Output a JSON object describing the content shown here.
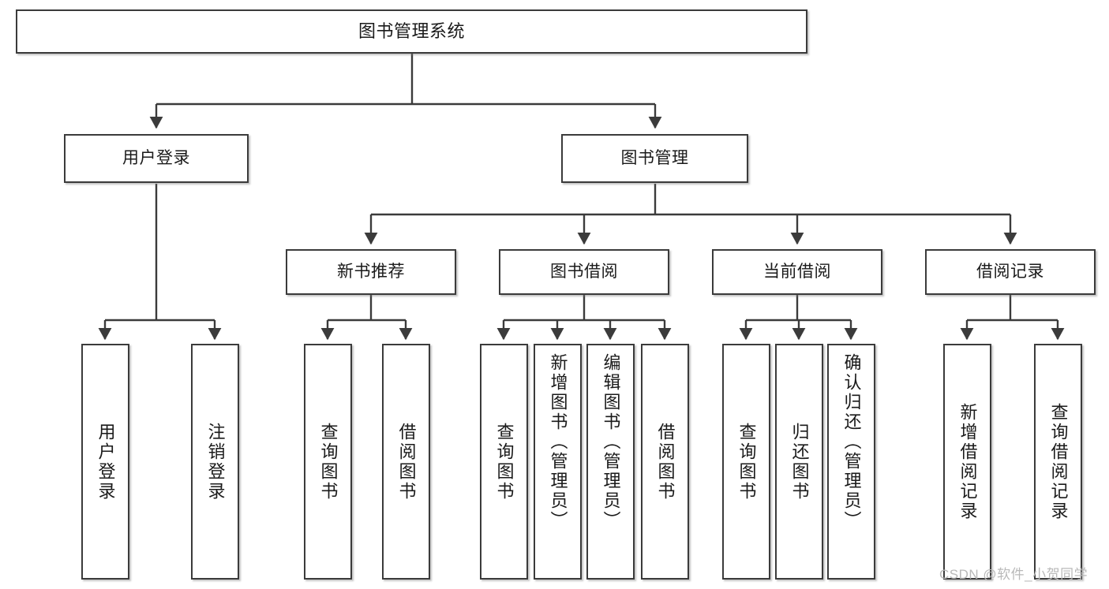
{
  "diagram": {
    "title": "图书管理系统",
    "type": "hierarchy-tree",
    "orientation": "top-down",
    "levels": 4,
    "colors": {
      "box_border": "#3b3b3b",
      "box_fill": "#ffffff",
      "line": "#3b3b3b",
      "text": "#1a1a1a",
      "watermark": "#b9b9b9"
    }
  },
  "watermark": {
    "text": "CSDN @软件_小贺同学"
  },
  "nodes": {
    "root": {
      "label": "图书管理系统"
    },
    "level2": [
      {
        "id": "user-login",
        "label": "用户登录"
      },
      {
        "id": "book-manage",
        "label": "图书管理"
      }
    ],
    "level3": [
      {
        "id": "new-book-recommend",
        "label": "新书推荐"
      },
      {
        "id": "book-borrow",
        "label": "图书借阅"
      },
      {
        "id": "current-borrow",
        "label": "当前借阅"
      },
      {
        "id": "borrow-record",
        "label": "借阅记录"
      }
    ],
    "leaves": {
      "user_login": [
        {
          "id": "leaf-user-login",
          "label": "用户登录"
        },
        {
          "id": "leaf-logout-login",
          "label": "注销登录"
        }
      ],
      "new_book_recommend": [
        {
          "id": "leaf-query-book-1",
          "label": "查询图书"
        },
        {
          "id": "leaf-borrow-book-1",
          "label": "借阅图书"
        }
      ],
      "book_borrow": [
        {
          "id": "leaf-query-book-2",
          "label": "查询图书"
        },
        {
          "id": "leaf-add-book",
          "label": "新增图书（管理员）"
        },
        {
          "id": "leaf-edit-book",
          "label": "编辑图书（管理员）"
        },
        {
          "id": "leaf-borrow-book-2",
          "label": "借阅图书"
        }
      ],
      "current_borrow": [
        {
          "id": "leaf-query-book-3",
          "label": "查询图书"
        },
        {
          "id": "leaf-return-book",
          "label": "归还图书"
        },
        {
          "id": "leaf-confirm-return",
          "label": "确认归还（管理员）"
        }
      ],
      "borrow_record": [
        {
          "id": "leaf-add-record",
          "label": "新增借阅记录"
        },
        {
          "id": "leaf-query-record",
          "label": "查询借阅记录"
        }
      ]
    }
  }
}
